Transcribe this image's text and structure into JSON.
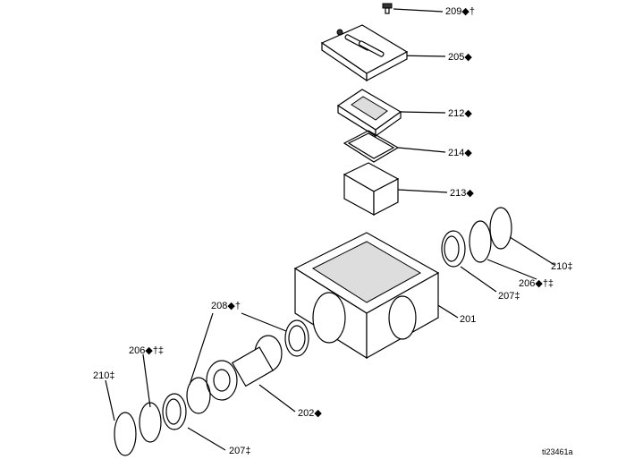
{
  "labels": {
    "p209": "209◆†",
    "p205": "205◆",
    "p212": "212◆",
    "p214": "214◆",
    "p213": "213◆",
    "p210_right": "210‡",
    "p206_right": "206◆†‡",
    "p207_right": "207‡",
    "p201": "201",
    "p208": "208◆†",
    "p206_left": "206◆†‡",
    "p210_left": "210‡",
    "p202": "202◆",
    "p207_left": "207‡"
  },
  "figure_id": "ti23461a"
}
